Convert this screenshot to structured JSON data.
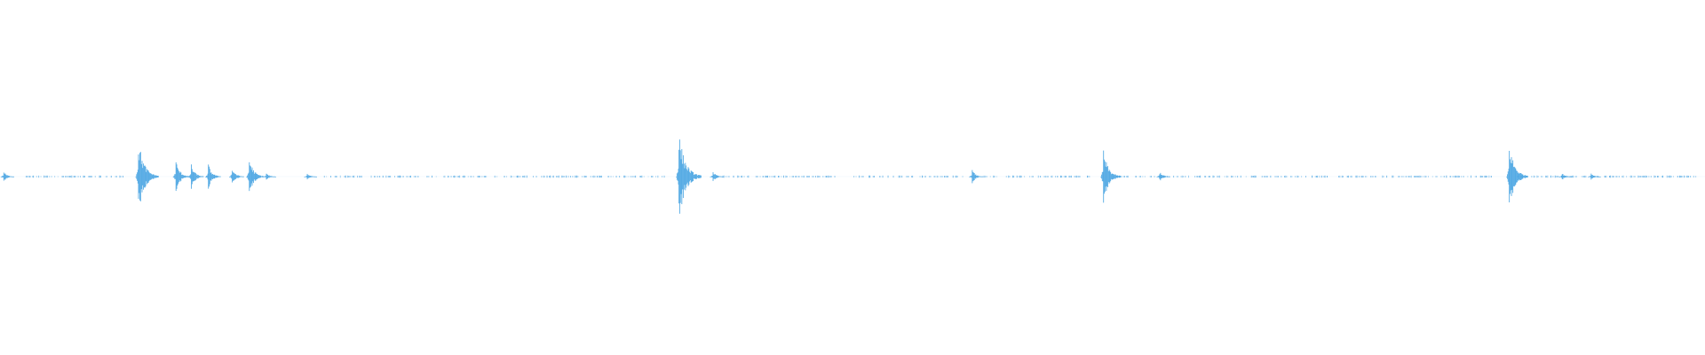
{
  "waveform": {
    "color": "#4da6e3",
    "peaks": [
      {
        "t": 0.002,
        "amp": 0.03
      },
      {
        "t": 0.081,
        "amp": 0.21
      },
      {
        "t": 0.103,
        "amp": 0.09
      },
      {
        "t": 0.112,
        "amp": 0.07
      },
      {
        "t": 0.122,
        "amp": 0.07
      },
      {
        "t": 0.136,
        "amp": 0.05
      },
      {
        "t": 0.146,
        "amp": 0.11
      },
      {
        "t": 0.156,
        "amp": 0.02
      },
      {
        "t": 0.18,
        "amp": 0.02
      },
      {
        "t": 0.398,
        "amp": 0.25
      },
      {
        "t": 0.418,
        "amp": 0.03
      },
      {
        "t": 0.57,
        "amp": 0.04
      },
      {
        "t": 0.647,
        "amp": 0.15
      },
      {
        "t": 0.68,
        "amp": 0.03
      },
      {
        "t": 0.885,
        "amp": 0.19
      },
      {
        "t": 0.916,
        "amp": 0.02
      },
      {
        "t": 0.933,
        "amp": 0.02
      }
    ],
    "quiet_segments": [
      {
        "from": 0.015,
        "to": 0.072
      },
      {
        "from": 0.19,
        "to": 0.39
      },
      {
        "from": 0.42,
        "to": 0.49
      },
      {
        "from": 0.5,
        "to": 0.565
      },
      {
        "from": 0.575,
        "to": 0.64
      },
      {
        "from": 0.655,
        "to": 0.78
      },
      {
        "from": 0.785,
        "to": 0.875
      },
      {
        "from": 0.89,
        "to": 0.995
      }
    ]
  }
}
